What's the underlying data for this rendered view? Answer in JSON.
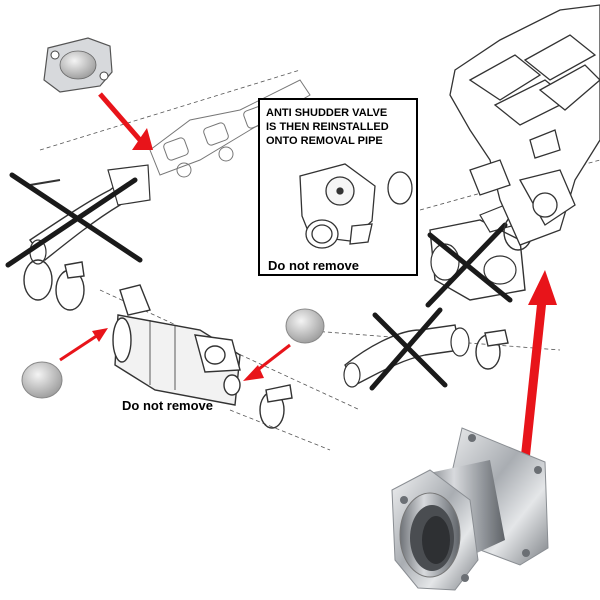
{
  "callout": {
    "title": "ANTI SHUDDER VALVE\nIS THEN REINSTALLED\nONTO REMOVAL PIPE",
    "note": "Do not remove"
  },
  "cooler_note": "Do not remove",
  "colors": {
    "arrow": "#e8141a",
    "line": "#222222",
    "cross": "#1a1a1a",
    "blank_plate": "#c9c9c9",
    "steel": "#b9bcc0"
  },
  "icons": [
    "blanking-gasket",
    "blanking-disc",
    "egr-cooler",
    "egr-pipe",
    "egr-valve",
    "intake-manifold",
    "removal-pipe",
    "anti-shudder-valve"
  ]
}
